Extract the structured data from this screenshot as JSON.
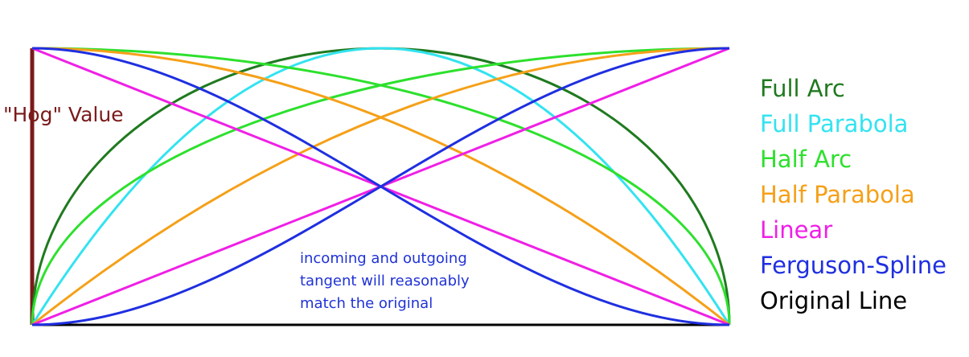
{
  "axis_label": "\"Hog\" Value",
  "note_lines": [
    "incoming and outgoing",
    "tangent will reasonably",
    "match the original"
  ],
  "legend": [
    {
      "key": "full_arc",
      "label": "Full Arc",
      "color": "#1f7a1f"
    },
    {
      "key": "full_parabola",
      "label": "Full Parabola",
      "color": "#33e3f0"
    },
    {
      "key": "half_arc",
      "label": "Half Arc",
      "color": "#2de02d"
    },
    {
      "key": "half_parabola",
      "label": "Half Parabola",
      "color": "#f5a018"
    },
    {
      "key": "linear",
      "label": "Linear",
      "color": "#f01fe6"
    },
    {
      "key": "ferguson_spline",
      "label": "Ferguson-Spline",
      "color": "#1f2fe0"
    },
    {
      "key": "original_line",
      "label": "Original Line",
      "color": "#000000"
    }
  ],
  "axis_color": "#7b1a1a"
}
